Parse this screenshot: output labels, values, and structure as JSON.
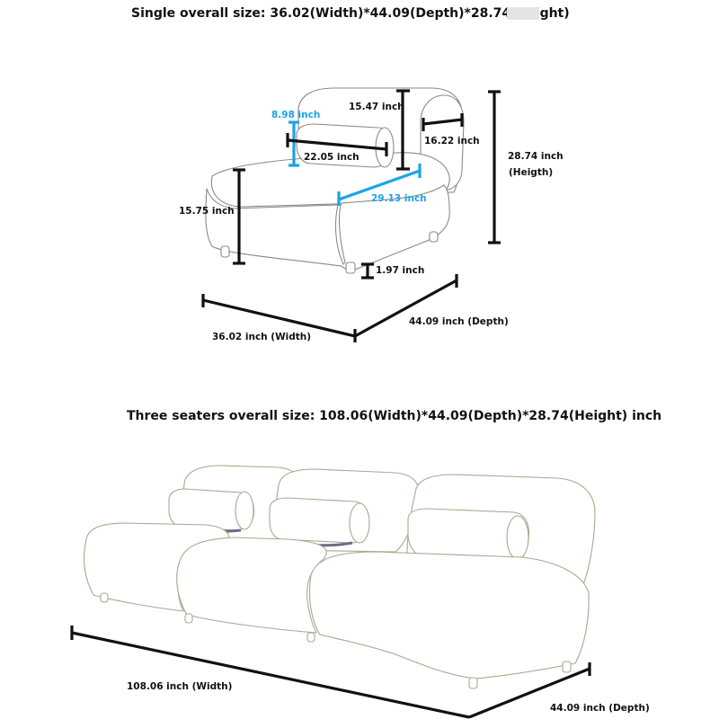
{
  "headings": {
    "single": "Single overall size: 36.02(Width)*44.09(Depth)*28.74(Height)",
    "three": "Three seaters overall size: 108.06(Width)*44.09(Depth)*28.74(Height) inch"
  },
  "single": {
    "bolster_height": "8.98 inch",
    "backrest_height": "15.47 inch",
    "backrest_depth": "16.22 inch",
    "bolster_length": "22.05 inch",
    "total_height": "28.74 inch",
    "total_height_label": "(Heigth)",
    "seat_height": "15.75 inch",
    "seat_depth": "29.13 inch",
    "leg_height": "1.97 inch",
    "width": "36.02 inch (Width)",
    "depth": "44.09 inch (Depth)"
  },
  "three": {
    "width": "108.06 inch (Width)",
    "depth": "44.09 inch (Depth)"
  },
  "colors": {
    "dimension_black": "#111111",
    "dimension_blue": "#1aa3e8",
    "outline": "#8a8a84"
  }
}
